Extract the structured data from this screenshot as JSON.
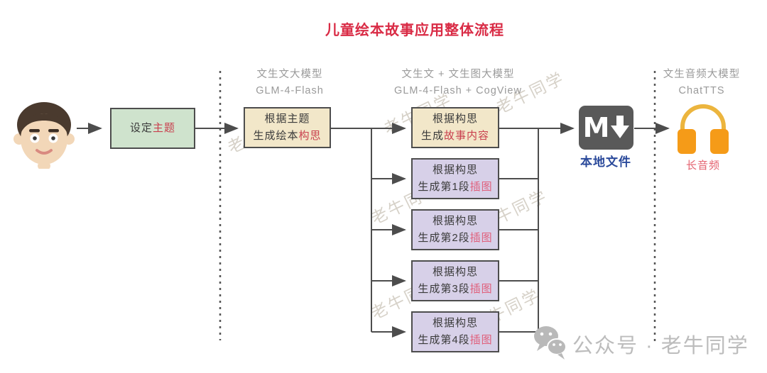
{
  "title": "儿童绘本故事应用整体流程",
  "stage_labels": {
    "text_llm": {
      "line1": "文生文大模型",
      "line2": "GLM-4-Flash"
    },
    "text_image_llm": {
      "line1": "文生文 + 文生图大模型",
      "line2": "GLM-4-Flash + CogView"
    },
    "audio_llm": {
      "line1": "文生音频大模型",
      "line2": "ChatTTS"
    }
  },
  "nodes": {
    "set_theme": {
      "prefix": "设定",
      "accent": "主题"
    },
    "outline": {
      "line1": "根据主题",
      "line2_prefix": "生成绘本",
      "line2_accent": "构思"
    },
    "story": {
      "line1": "根据构思",
      "line2_prefix": "生成",
      "line2_accent": "故事内容"
    },
    "illustrations": [
      {
        "line1": "根据构思",
        "line2_prefix": "生成第1段",
        "line2_accent": "插图"
      },
      {
        "line1": "根据构思",
        "line2_prefix": "生成第2段",
        "line2_accent": "插图"
      },
      {
        "line1": "根据构思",
        "line2_prefix": "生成第3段",
        "line2_accent": "插图"
      },
      {
        "line1": "根据构思",
        "line2_prefix": "生成第4段",
        "line2_accent": "插图"
      }
    ],
    "markdown_file": {
      "icon_letter": "M",
      "label": "本地文件"
    },
    "long_audio": {
      "label": "长音频"
    }
  },
  "watermark": {
    "text": "老牛同学"
  },
  "footer": {
    "text": "公众号 · 老牛同学"
  },
  "colors": {
    "title_red": "#d92b45",
    "accent_red": "#c9404e",
    "accent_pink": "#e0607c",
    "green_fill": "#cfe3cd",
    "tan_fill": "#f2e7c9",
    "purple_fill": "#d7d0e8",
    "label_gray": "#9a9a9a",
    "connector_dark": "#4d4d4d",
    "file_label_blue": "#2b4a9b",
    "audio_label_pink": "#e4626f",
    "headphone_orange": "#f59b18",
    "footer_gray": "#bcbcbc"
  }
}
